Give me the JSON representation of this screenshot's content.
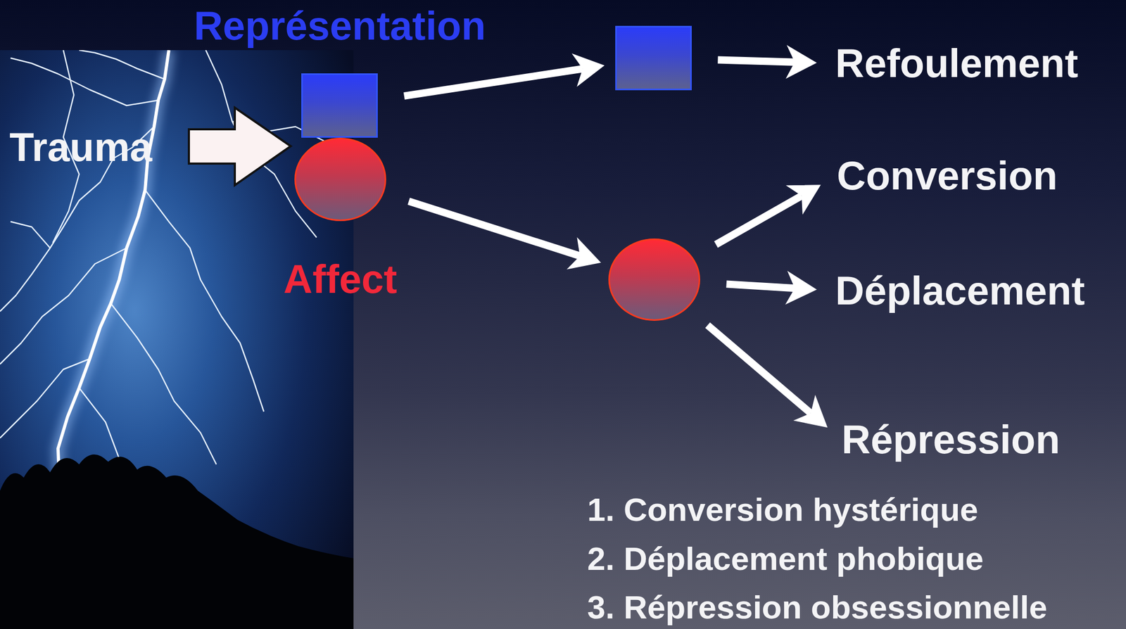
{
  "diagram": {
    "nodes": [
      {
        "text": [
          "Représentation"
        ]
      },
      {
        "text": [
          "Affect"
        ]
      },
      {
        "text": []
      },
      {
        "text": [
          "Refoulement"
        ]
      },
      {
        "text": [
          "Conversion"
        ]
      },
      {
        "text": []
      },
      {
        "text": [
          "Déplacement"
        ]
      },
      {
        "text": [
          "Répression"
        ]
      }
    ],
    "edges": [
      {
        "from": 0,
        "to": 2,
        "arrow": "to"
      },
      {
        "from": 1,
        "to": 5,
        "arrow": "to"
      },
      {
        "from": 2,
        "to": 3,
        "arrow": "to"
      },
      {
        "from": 5,
        "to": 4,
        "arrow": "to"
      },
      {
        "from": 5,
        "to": 6,
        "arrow": "to"
      },
      {
        "from": 5,
        "to": 7,
        "arrow": "to"
      }
    ],
    "labels": [
      "Trauma",
      "1. Conversion hystérique",
      "2. Déplacement phobique",
      "3. Répression obsessionnelle"
    ]
  }
}
